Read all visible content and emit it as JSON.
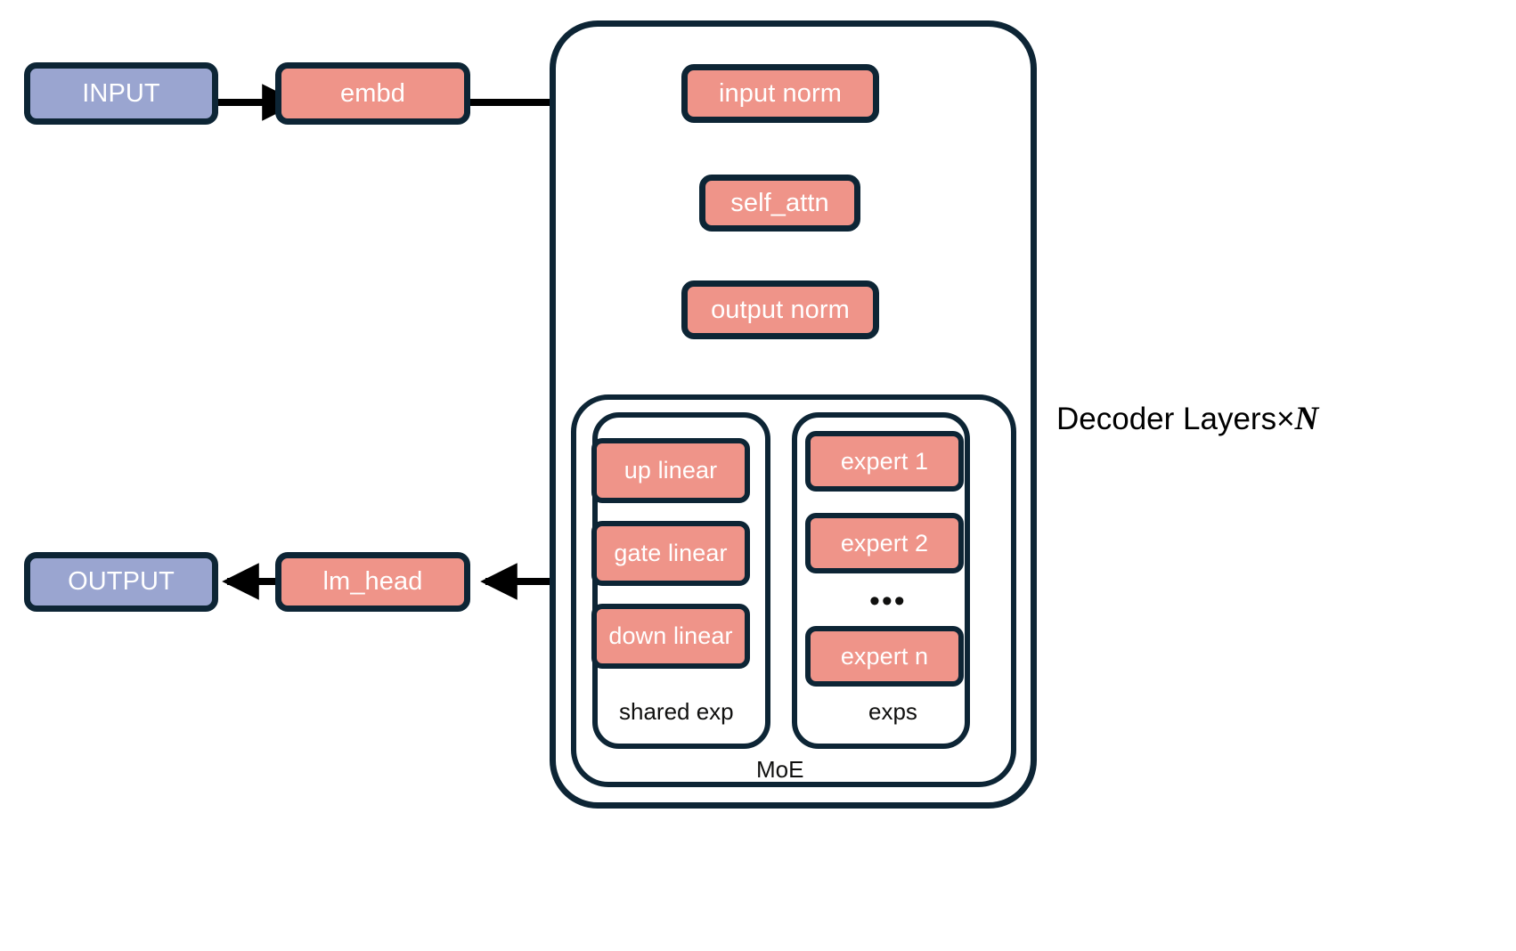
{
  "diagram": {
    "title": "MoE decoder-only transformer architecture block diagram",
    "side_label": {
      "text": "Decoder Layers×",
      "variable": "N"
    },
    "colors": {
      "terminal_fill": "#9aa5d0",
      "module_fill": "#ef9489",
      "stroke": "#0d2535",
      "background": "#ffffff",
      "text_on_fill": "#ffffff",
      "caption_text": "#10100f"
    },
    "nodes": {
      "input": "INPUT",
      "embd": "embd",
      "input_norm": "input norm",
      "self_attn": "self_attn",
      "output_norm": "output norm",
      "lm_head": "lm_head",
      "output": "OUTPUT"
    },
    "groups": {
      "decoder": "",
      "moe": "MoE",
      "shared_exp": "shared exp",
      "exps": "exps"
    },
    "shared_expert_layers": [
      "up linear",
      "gate linear",
      "down linear"
    ],
    "experts": [
      "expert 1",
      "expert 2",
      "expert n"
    ],
    "experts_ellipsis": "•••",
    "edges": [
      {
        "from": "INPUT",
        "to": "embd",
        "direction": "right"
      },
      {
        "from": "embd",
        "to": "input norm",
        "direction": "right"
      },
      {
        "from": "input norm",
        "to": "self_attn",
        "direction": "down"
      },
      {
        "from": "self_attn",
        "to": "output norm",
        "direction": "down"
      },
      {
        "from": "output norm",
        "to": "MoE",
        "direction": "down"
      },
      {
        "from": "MoE",
        "to": "lm_head",
        "direction": "left"
      },
      {
        "from": "lm_head",
        "to": "OUTPUT",
        "direction": "left"
      }
    ]
  }
}
